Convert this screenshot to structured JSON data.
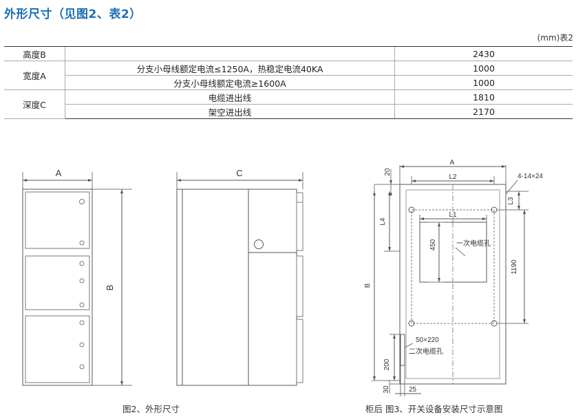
{
  "title": "外形尺寸（见图2、表2）",
  "table_unit": "(mm)表2",
  "table": {
    "rows": [
      {
        "label": "高度B",
        "desc": "",
        "value": "2430"
      },
      {
        "label": "宽度A",
        "desc": "分支小母线额定电流≤1250A，热稳定电流40KA",
        "value": "1000"
      },
      {
        "label": "",
        "desc": "分支小母线额定电流≥1600A",
        "value": "1000"
      },
      {
        "label": "深度C",
        "desc": "电缆进出线",
        "value": "1810"
      },
      {
        "label": "",
        "desc": "架空进出线",
        "value": "2170"
      }
    ]
  },
  "fig2": {
    "dim_a": "A",
    "dim_b": "B",
    "dim_c": "C",
    "caption": "图2、外形尺寸"
  },
  "fig3": {
    "dim_a": "A",
    "dim_l2": "L2",
    "dim_holes": "4-14×24",
    "dim_20": "20",
    "dim_l3": "L3",
    "dim_l4": "L4",
    "dim_l1": "L1",
    "dim_450": "450",
    "label_primary_cable_hole": "一次电缆孔",
    "dim_1190": "1190",
    "dim_b": "B",
    "dim_slot": "50×220",
    "label_secondary_cable_hole": "二次电缆孔",
    "dim_200": "200",
    "dim_30": "30",
    "dim_25": "25",
    "caption": "柜后  图3、开关设备安装尺寸示意图"
  }
}
